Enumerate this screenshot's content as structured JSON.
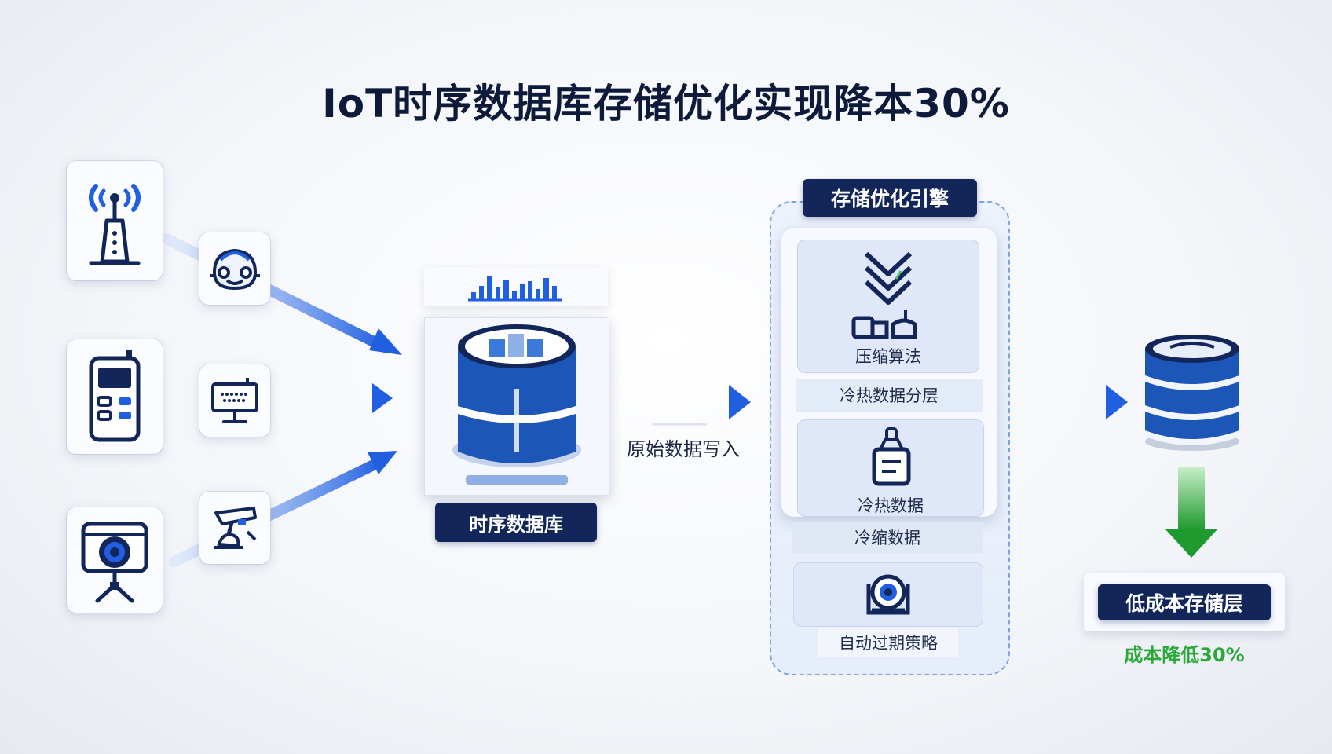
{
  "title": "IoT时序数据库存储优化实现降本30%",
  "devices": {
    "left": [
      "signal-tower-icon",
      "handheld-device-icon",
      "camera-tripod-icon"
    ],
    "middle": [
      "sensor-hub-icon",
      "monitor-screen-icon",
      "surveillance-camera-icon"
    ]
  },
  "tsdb": {
    "label": "时序数据库"
  },
  "flow": {
    "write_label": "原始数据写入"
  },
  "engine": {
    "label": "存储优化引擎",
    "items": [
      "压缩算法",
      "冷热数据分层",
      "冷热数据",
      "冷缩数据",
      "自动过期策略"
    ]
  },
  "storage": {
    "label": "低成本存储层",
    "result": "成本降低30%"
  },
  "colors": {
    "navy": "#13265a",
    "blue": "#1f5fe0",
    "green": "#2aa83a"
  }
}
